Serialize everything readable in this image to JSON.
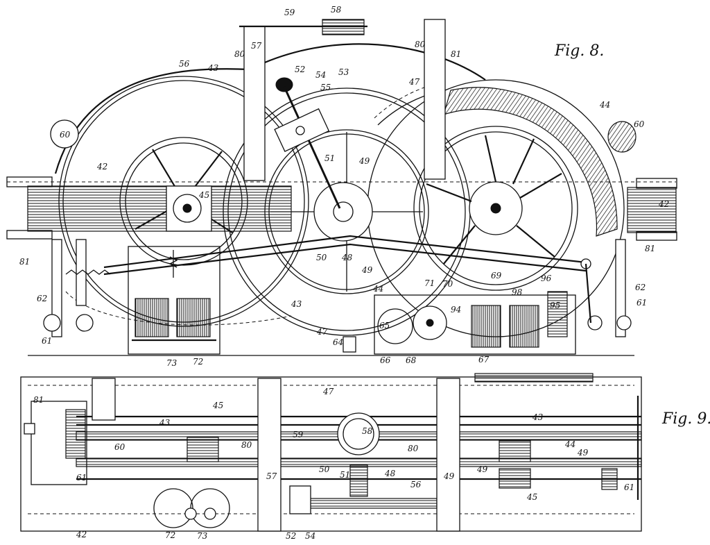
{
  "figures": [
    {
      "id": "fig8",
      "title": "Fig. 8.",
      "labels": [
        "59",
        "58",
        "57",
        "80",
        "80",
        "81",
        "43",
        "56",
        "52",
        "54",
        "53",
        "47",
        "55",
        "44",
        "60",
        "60",
        "42",
        "42",
        "45",
        "51",
        "49",
        "50",
        "48",
        "49",
        "44",
        "43",
        "47",
        "81",
        "62",
        "61",
        "81",
        "62",
        "61",
        "73",
        "72",
        "71",
        "70",
        "69",
        "98",
        "96",
        "95",
        "65",
        "94",
        "64",
        "66",
        "68",
        "67"
      ]
    },
    {
      "id": "fig9",
      "title": "Fig. 9.",
      "labels": [
        "81",
        "45",
        "47",
        "43",
        "43",
        "60",
        "80",
        "59",
        "58",
        "50",
        "80",
        "44",
        "49",
        "49",
        "61",
        "57",
        "51",
        "48",
        "49",
        "56",
        "61",
        "45",
        "42",
        "72",
        "73",
        "52",
        "54"
      ]
    }
  ]
}
